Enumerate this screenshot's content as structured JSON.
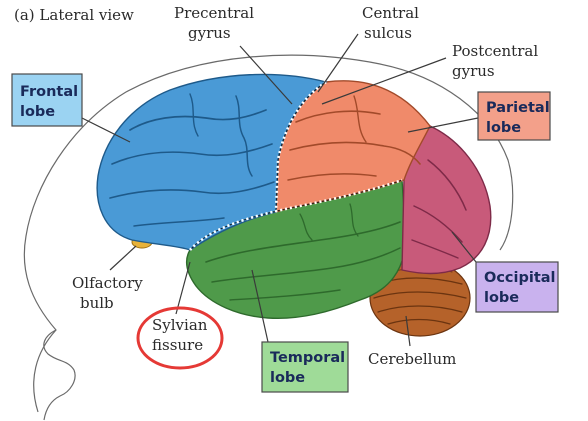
{
  "figure": {
    "panel_title": "(a) Lateral view"
  },
  "labels": {
    "precentral": [
      "Precentral",
      "gyrus"
    ],
    "central": [
      "Central",
      "sulcus"
    ],
    "postcentral": [
      "Postcentral",
      "gyrus"
    ],
    "olfactory": [
      "Olfactory",
      "bulb"
    ],
    "sylvian": [
      "Sylvian",
      "fissure"
    ],
    "cerebellum": "Cerebellum"
  },
  "boxes": {
    "frontal": [
      "Frontal",
      "lobe"
    ],
    "parietal": [
      "Parietal",
      "lobe"
    ],
    "occipital": [
      "Occipital",
      "lobe"
    ],
    "temporal": [
      "Temporal",
      "lobe"
    ]
  },
  "colors": {
    "frontal_lobe": "#4a9ad6",
    "parietal_lobe": "#f08a6a",
    "occipital_lobe": "#c85a7a",
    "temporal_lobe": "#4f9a4a",
    "cerebellum": "#b5622a",
    "olfactory_bulb": "#e7b23a",
    "frontal_box": "#9bd3f2",
    "parietal_box": "#f3a08a",
    "occipital_box": "#c9b2ee",
    "temporal_box": "#9fdb98",
    "sylvian_highlight": "#e53935"
  }
}
